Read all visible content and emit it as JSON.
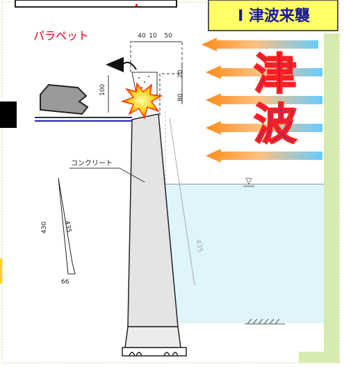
{
  "section_title": "Ⅰ 津波来襲",
  "parapet_label": "パラペット",
  "tsunami_chars": [
    "津",
    "波"
  ],
  "concrete_label": "コンクリート",
  "dimensions": {
    "top_widths": [
      "40",
      "10",
      "50"
    ],
    "right_heights": [
      "20",
      "80"
    ],
    "left_height": "100",
    "wall_slope": "435",
    "section_height": "430",
    "section_slope": "435",
    "section_width": "66"
  },
  "water_symbol": "▽",
  "colors": {
    "title_bg": "#ffff66",
    "title_text": "#1a1a99",
    "tsunami_fill": "#1f1fe0",
    "tsunami_outline": "#ff2020",
    "arrow_orange": "#ff8c1a",
    "arrow_blue": "#66ccff",
    "water": "#dff5fb",
    "right_strip": "#d6ebb0",
    "wall": "#e4e4e4",
    "parapet_label": "#e0001a"
  }
}
